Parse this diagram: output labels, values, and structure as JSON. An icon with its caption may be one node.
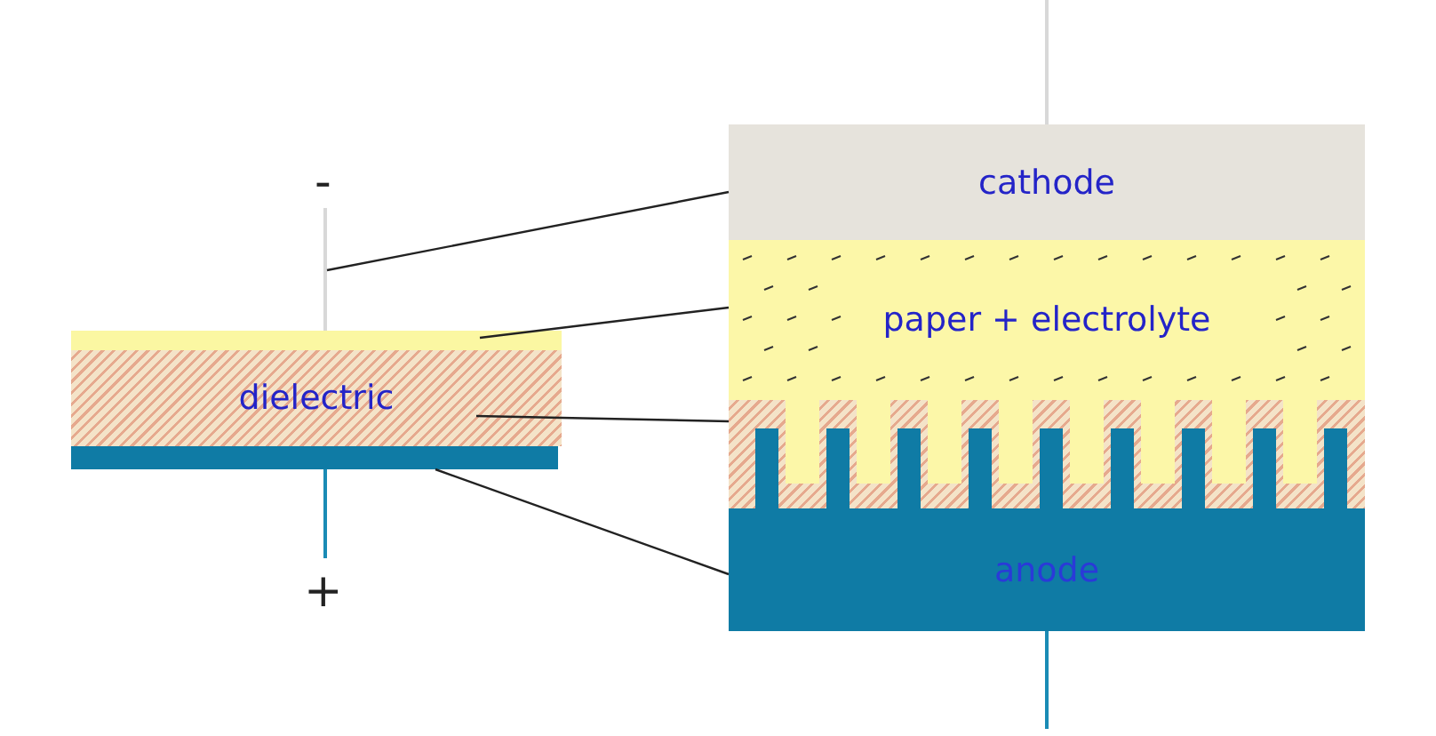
{
  "diagram": {
    "nodes": [
      {
        "text": [],
        "shape": "bar",
        "beside": [
          "-"
        ]
      },
      {
        "text": [],
        "shape": "bar"
      },
      {
        "text": [
          "dielectric"
        ]
      },
      {
        "text": [],
        "shape": "bar"
      },
      {
        "text": [],
        "shape": "bar",
        "beside": [
          "+"
        ]
      },
      {
        "text": [
          "cathode"
        ]
      },
      {
        "text": [
          "paper + electrolyte"
        ]
      },
      {
        "text": [],
        "shape": "bar"
      },
      {
        "text": [
          "anode"
        ]
      }
    ],
    "edges": [
      {
        "from": 0,
        "to": 5,
        "arrow": "none"
      },
      {
        "from": 1,
        "to": 6,
        "arrow": "none"
      },
      {
        "from": 2,
        "to": 7,
        "arrow": "none"
      },
      {
        "from": 3,
        "to": 8,
        "arrow": "none"
      }
    ]
  }
}
